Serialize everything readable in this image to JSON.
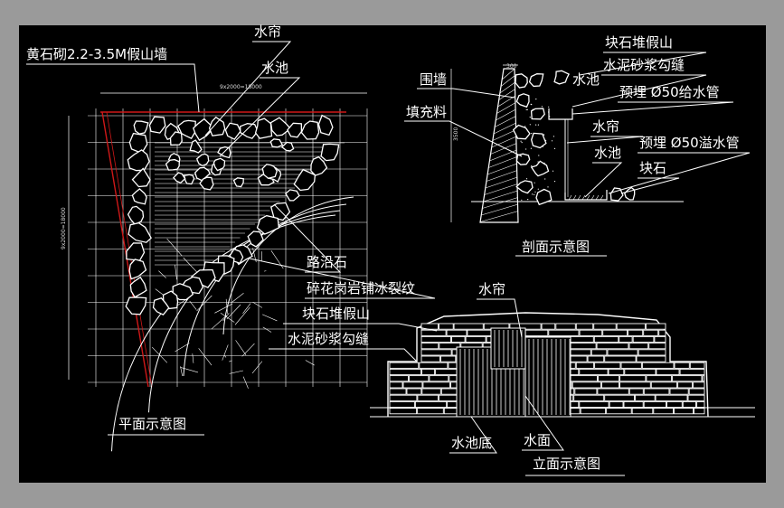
{
  "labels": {
    "plan_wall": "黄石砌2.2-3.5M假山墙",
    "plan_curtain": "水帘",
    "plan_pool": "水池",
    "plan_curb": "路沿石",
    "plan_paving": "碎花岗岩铺冰裂纹",
    "elev_rock": "块石堆假山",
    "elev_mortar": "水泥砂浆勾缝",
    "elev_curtain": "水帘",
    "elev_pool_bottom": "水池底",
    "elev_water": "水面",
    "sec_rock": "块石堆假山",
    "sec_mortar": "水泥砂浆勾缝",
    "sec_pool_top": "水池",
    "sec_wall": "围墙",
    "sec_fill": "填充料",
    "sec_supply": "预埋 Ø50给水管",
    "sec_curtain": "水帘",
    "sec_pool": "水池",
    "sec_overflow": "预埋 Ø50溢水管",
    "sec_stone": "块石"
  },
  "titles": {
    "plan": "平面示意图",
    "section": "剖面示意图",
    "elevation": "立面示意图"
  },
  "dims": {
    "plan_top": "9x2000=18000",
    "plan_left": "9x2000=18000",
    "sec_top": "300",
    "sec_height": "3500"
  },
  "colors": {
    "background": "#000000",
    "frame": "#9a9a9a",
    "lines": "#ffffff",
    "wall_red": "#d01818"
  }
}
